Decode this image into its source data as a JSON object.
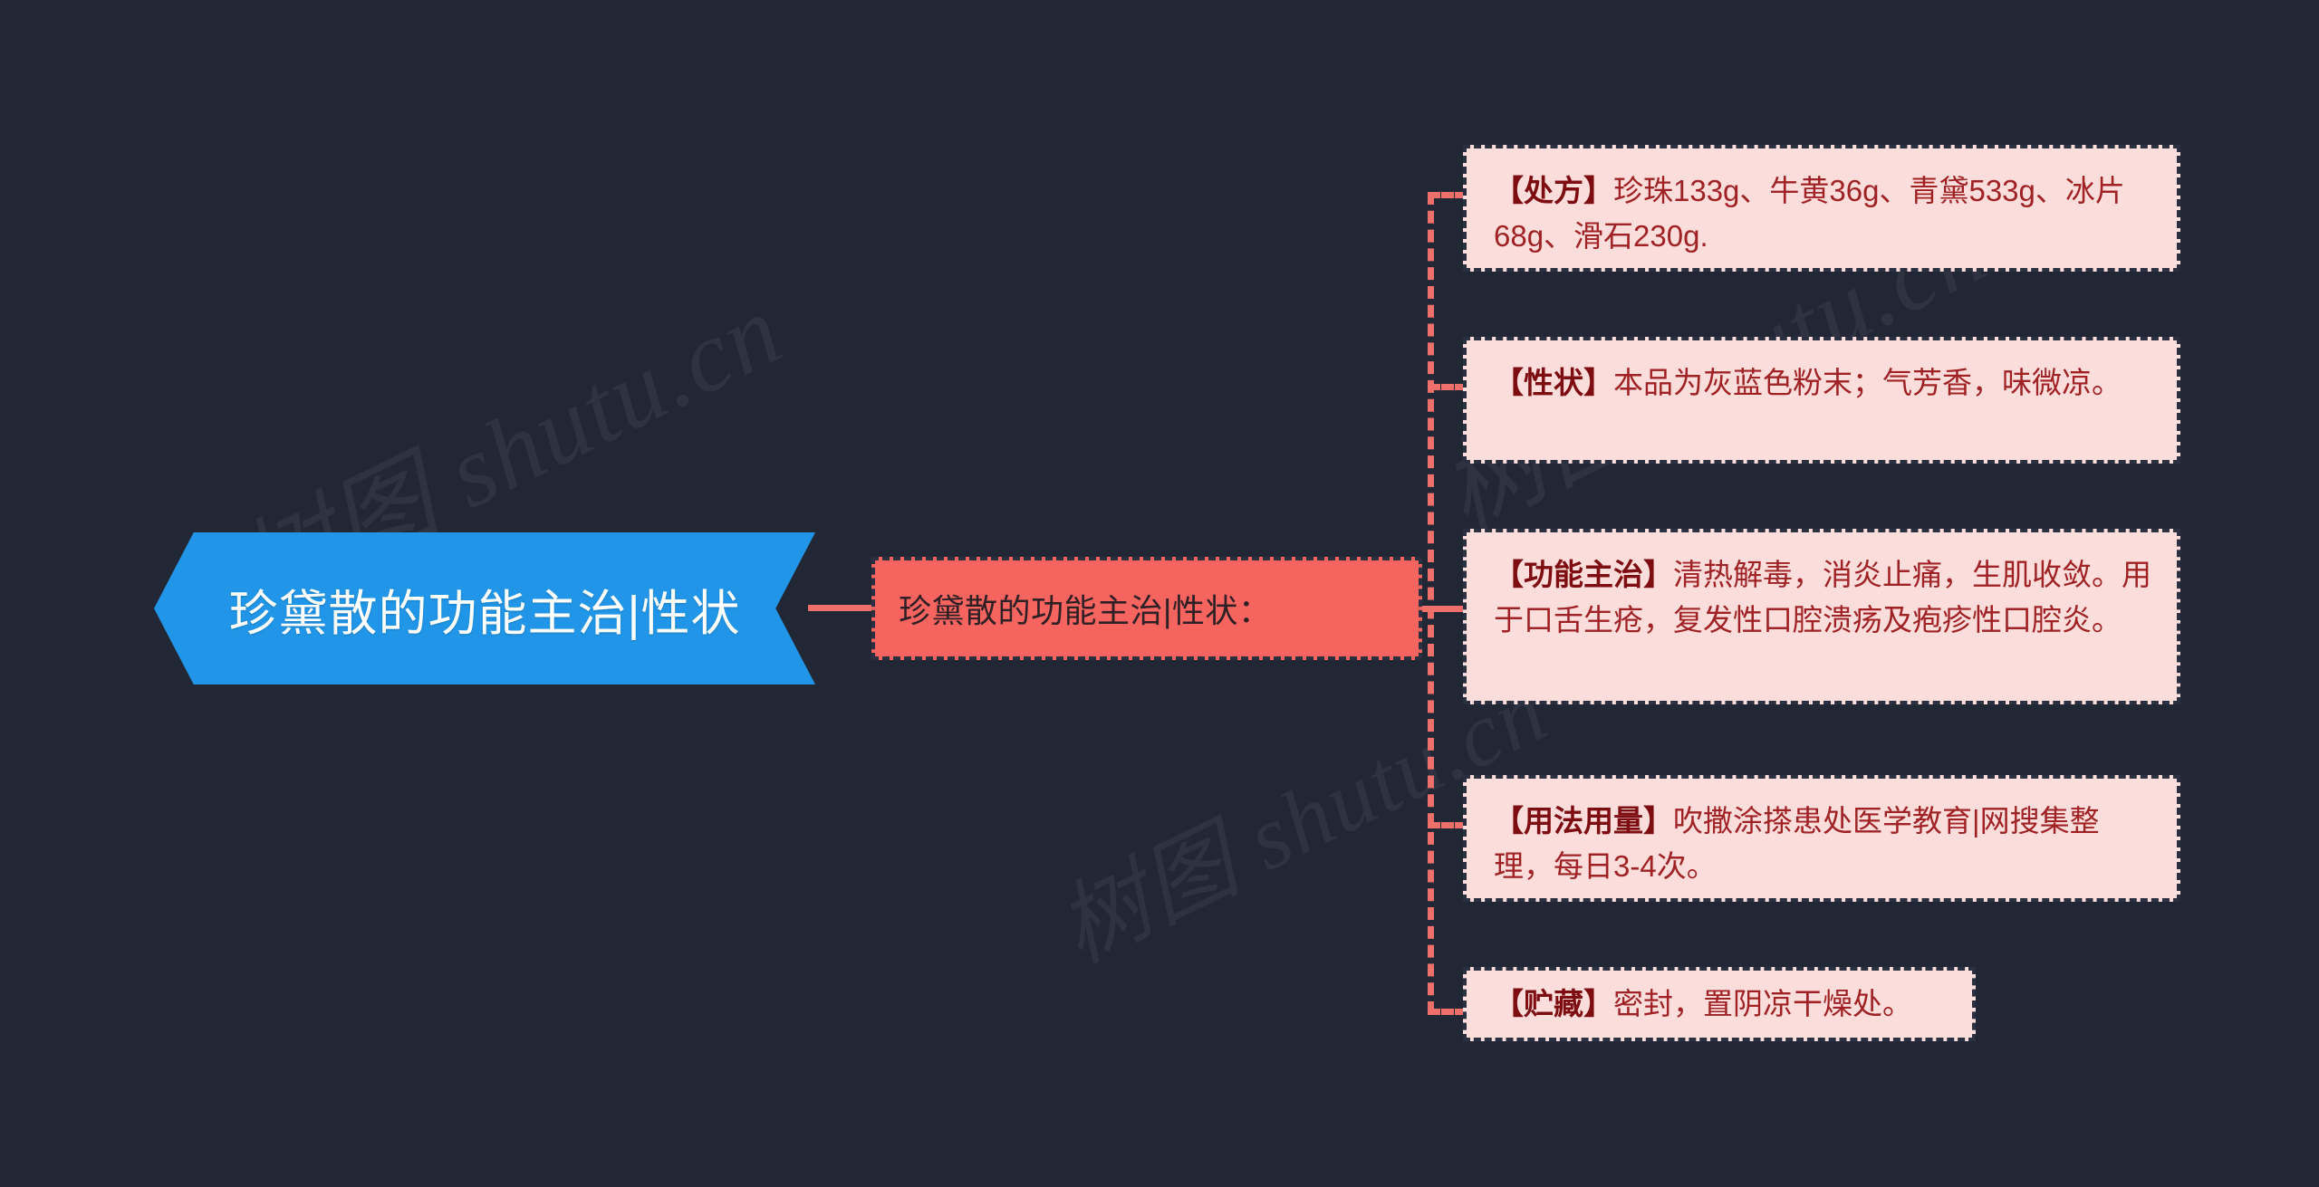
{
  "background_color": "#222736",
  "accent_colors": {
    "root_blue": "#2196E8",
    "topic_red": "#F5645F",
    "leaf_fill": "#FBDEDC",
    "leaf_text": "#A02225",
    "leaf_tag": "#7E0D12",
    "connector": "#EF6F6B",
    "node_border": "#2B3040"
  },
  "watermark": {
    "line_a": "树图 shutu.cn",
    "line_b": "树图 shutu.cn",
    "line_c": "树图 shutu.cn"
  },
  "root": {
    "label": "珍黛散的功能主治|性状",
    "shape": "hexagon"
  },
  "topic": {
    "label": "珍黛散的功能主治|性状："
  },
  "leaves": [
    {
      "tag": "【处方】",
      "body": "珍珠133g、牛黄36g、青黛533g、冰片68g、滑石230g.",
      "full": "【处方】珍珠133g、牛黄36g、青黛533g、冰片68g、滑石230g."
    },
    {
      "tag": "【性状】",
      "body": "本品为灰蓝色粉末；气芳香，味微凉。",
      "full": "【性状】本品为灰蓝色粉末；气芳香，味微凉。"
    },
    {
      "tag": "【功能主治】",
      "body": "清热解毒，消炎止痛，生肌收敛。用于口舌生疮，复发性口腔溃疡及疱疹性口腔炎。",
      "full": "【功能主治】清热解毒，消炎止痛，生肌收敛。用于口舌生疮，复发性口腔溃疡及疱疹性口腔炎。"
    },
    {
      "tag": "【用法用量】",
      "body": "吹撒涂搽患处医学教育|网搜集整理，每日3-4次。",
      "full": "【用法用量】吹撒涂搽患处医学教育|网搜集整理，每日3-4次。"
    },
    {
      "tag": "【贮藏】",
      "body": "密封，置阴凉干燥处。",
      "full": "【贮藏】密封，置阴凉干燥处。"
    }
  ]
}
